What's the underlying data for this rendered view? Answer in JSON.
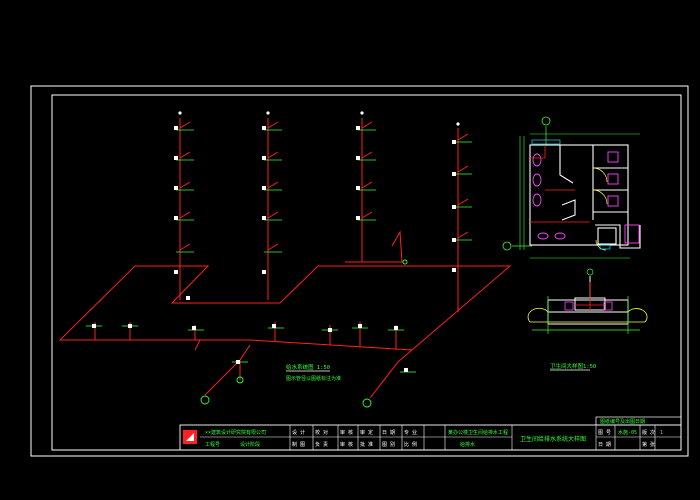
{
  "colors": {
    "background": "#000000",
    "frame": "#ffffff",
    "pipe": "#ff2020",
    "annotation": "#33ff33",
    "fixture": "#ff44ff",
    "tag": "#ffffff",
    "cyan": "#00e5ff",
    "yellow": "#ffff33"
  },
  "drawing": {
    "system_caption": "给水系统图 1:50",
    "system_note": "图示管径以图纸标注为准",
    "plan_caption": "卫生间大样图1:50",
    "sheet_title": "卫生间给排水系统大样图"
  },
  "title_block": {
    "company": "××建筑设计研究院有限公司",
    "company_sub_left": "工程号",
    "company_sub_right": "设计阶段",
    "row1_labels": [
      "设 计",
      "校 对",
      "审 核",
      "审 定",
      "日 期",
      "专 业"
    ],
    "row2_labels": [
      "制 图",
      "负 责",
      "审 核",
      "批 准",
      "图 别",
      "比 例"
    ],
    "project_name": "某办公楼卫生间给排水工程",
    "project_sub": "给排水",
    "sheet_no_label": "图 号",
    "sheet_no": "水施-05",
    "revision_label": "版 次",
    "revision": "1",
    "date_label": "日 期",
    "sheet_label": "第 张",
    "top_right_note": "图纸编号及出图日期"
  }
}
